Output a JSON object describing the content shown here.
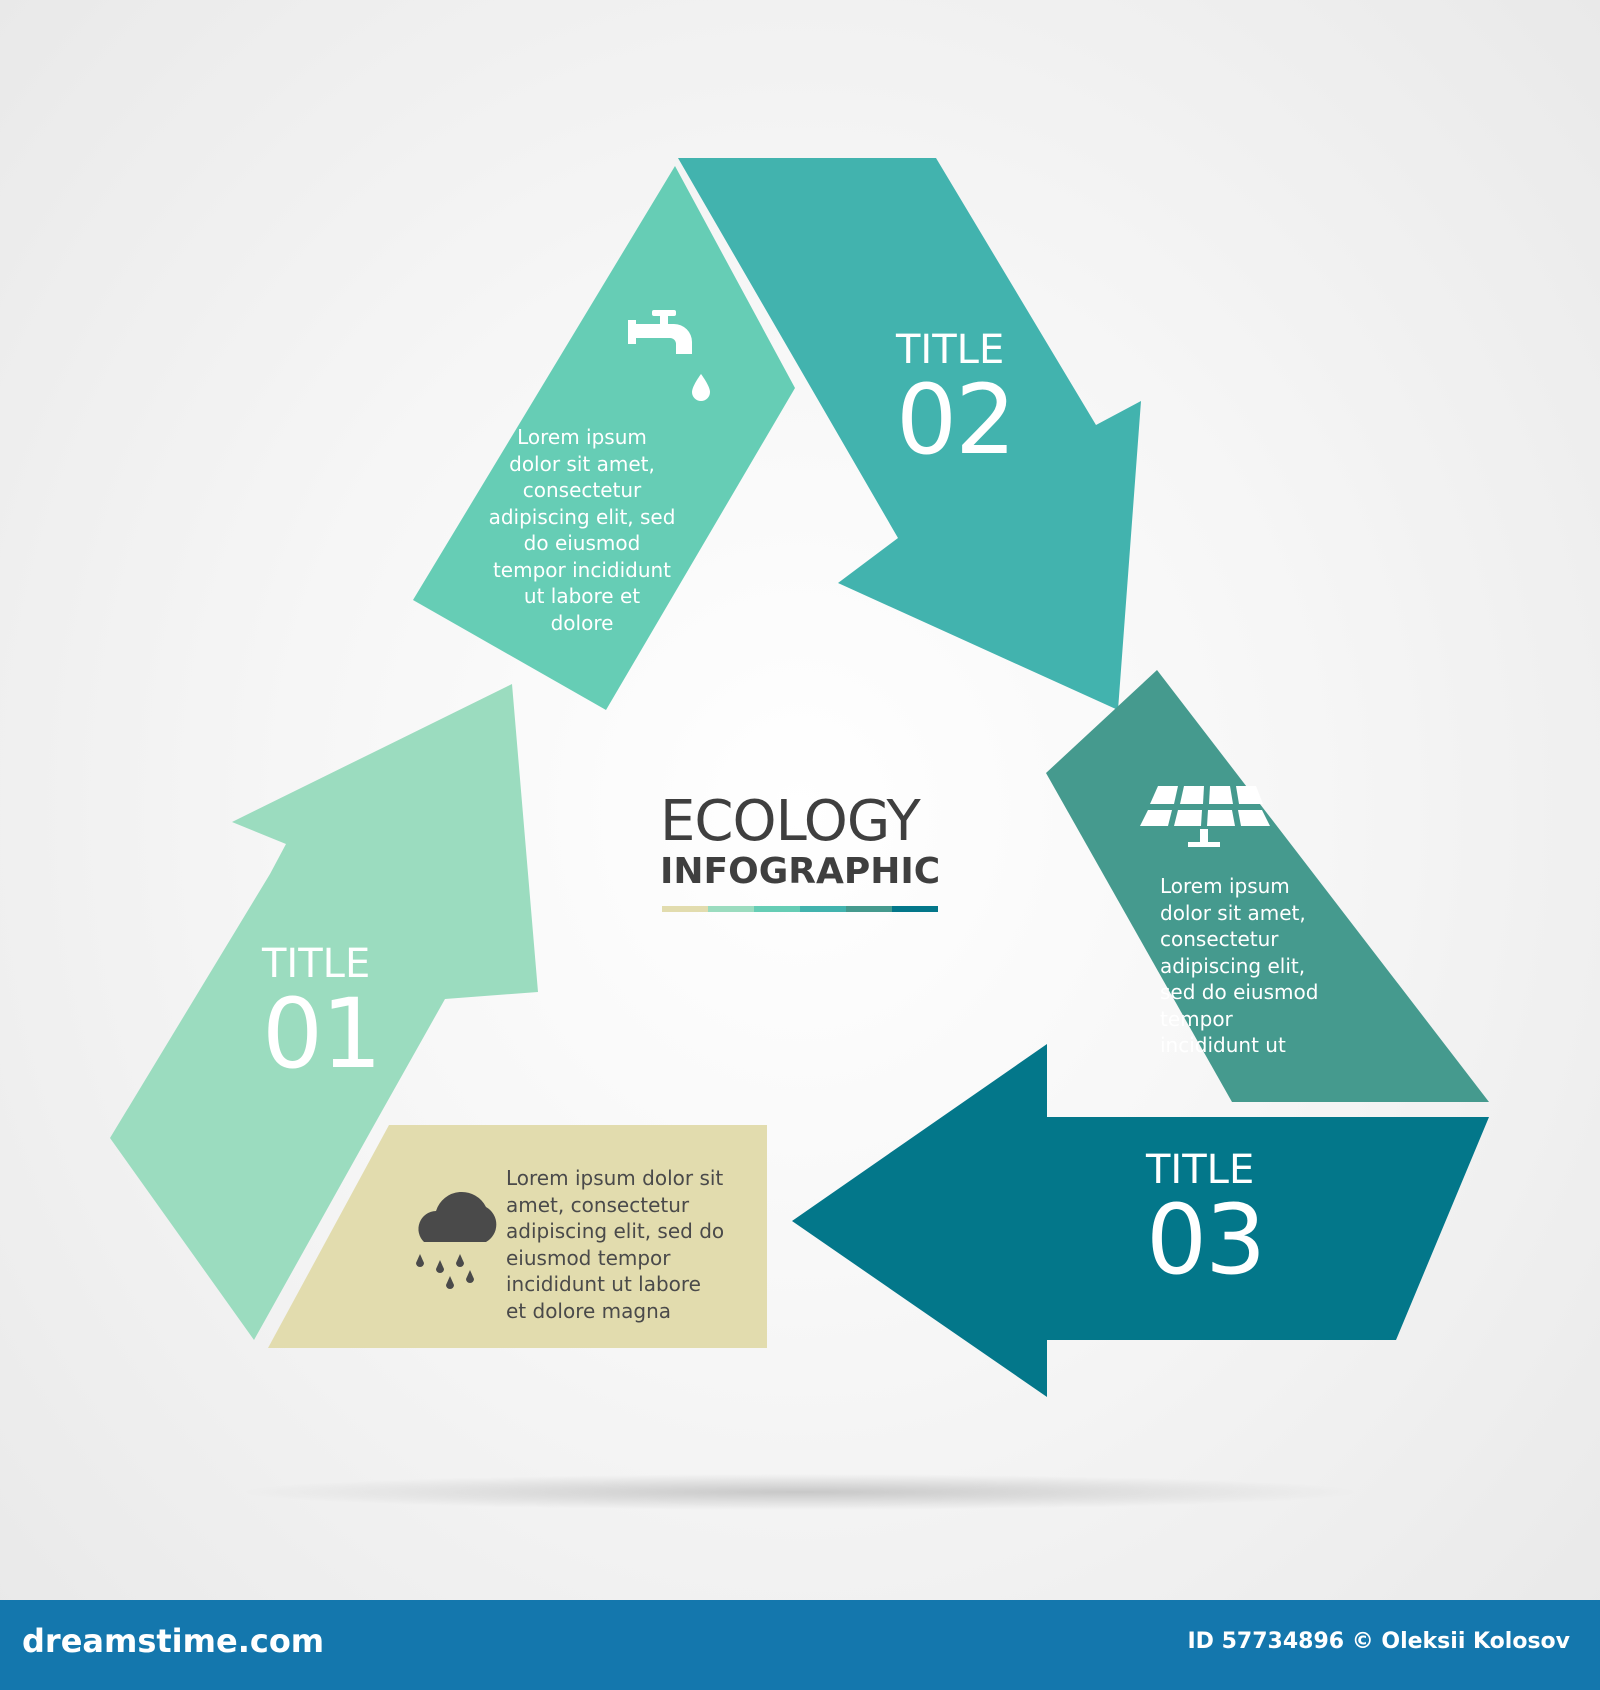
{
  "headline": {
    "line1": "ECOLOGY",
    "line2": "INFOGRAPHIC"
  },
  "colors": {
    "arrow_01": "#9bdcbf",
    "arrow_02_text": "#66cdb5",
    "arrow_02": "#42b3ae",
    "arrow_03_text": "#459a8e",
    "arrow_03": "#03778a",
    "box_01_text": "#e2dcae",
    "headline_text": "#3f3f3f",
    "underline": [
      "#e2dcae",
      "#9bdcbf",
      "#66cdb5",
      "#42b3ae",
      "#459a8e",
      "#03778a"
    ],
    "footer_bg": "#1477ad"
  },
  "steps": [
    {
      "title": "TITLE",
      "number": "01",
      "icon": "rain-cloud-icon",
      "text": "Lorem ipsum dolor sit\namet, consectetur\nadipiscing elit, sed do\neiusmod tempor\nincididunt ut labore\net dolore magna"
    },
    {
      "title": "TITLE",
      "number": "02",
      "icon": "water-tap-icon",
      "text": "Lorem ipsum\ndolor sit amet,\nconsectetur\nadipiscing elit, sed\ndo eiusmod\ntempor incididunt\nut labore et\ndolore"
    },
    {
      "title": "TITLE",
      "number": "03",
      "icon": "solar-panel-icon",
      "text": "Lorem ipsum\ndolor sit amet,\nconsectetur\nadipiscing elit,\nsed do eiusmod\ntempor\nincididunt ut"
    }
  ],
  "footer": {
    "brand": "dreamstime.com",
    "credit": "ID 57734896 © Oleksii Kolosov"
  }
}
